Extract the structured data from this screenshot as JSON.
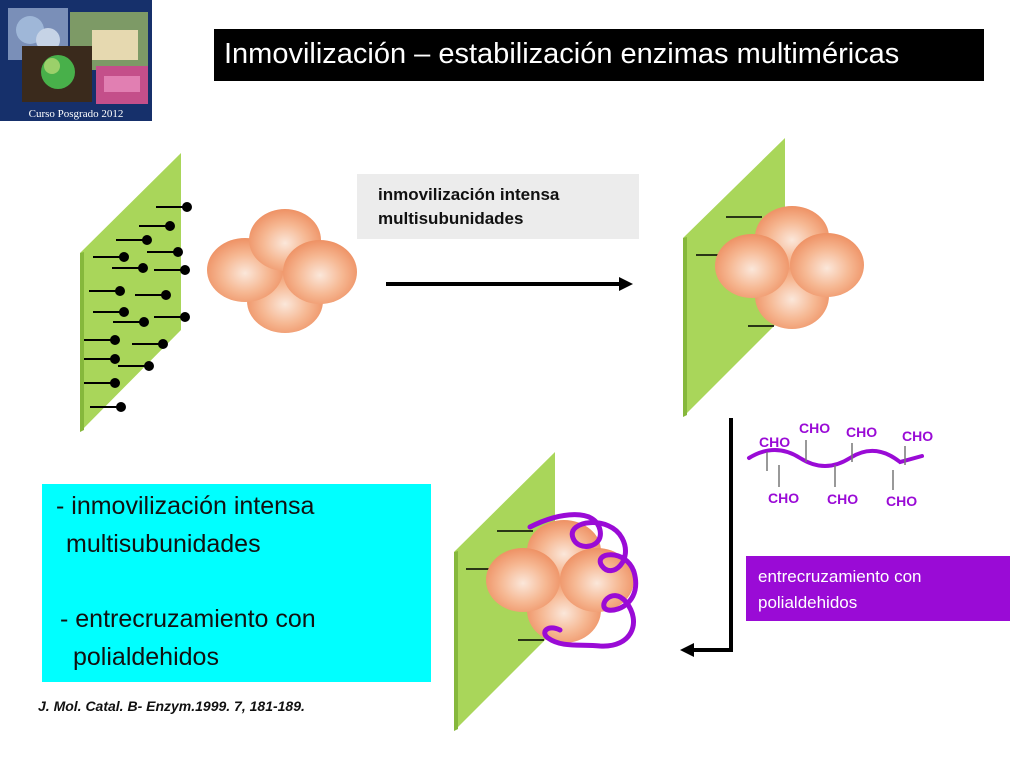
{
  "logo": {
    "caption": "Curso Posgrado 2012"
  },
  "title": "Inmovilización – estabilización  enzimas multiméricas",
  "step1_label": {
    "line1": "inmovilización  intensa",
    "line2": "multisubunidades"
  },
  "step2_label": {
    "line1": "entrecruzamiento con",
    "line2": "polialdehidos"
  },
  "polyaldehyde_groups": [
    "CHO",
    "CHO",
    "CHO",
    "CHO",
    "CHO",
    "CHO",
    "CHO"
  ],
  "summary": {
    "line1": "- inmovilización  intensa",
    "line2": "multisubunidades",
    "line3": "- entrecruzamiento con",
    "line4": "polialdehidos"
  },
  "reference": "J. Mol. Catal. B- Enzym.1999. 7, 181-189.",
  "colors": {
    "support": "#a9d65a",
    "subunit": "#f4a07a",
    "crosslinker": "#9a0bd6",
    "title_bg": "#000000",
    "summary_bg": "#00ffff"
  }
}
